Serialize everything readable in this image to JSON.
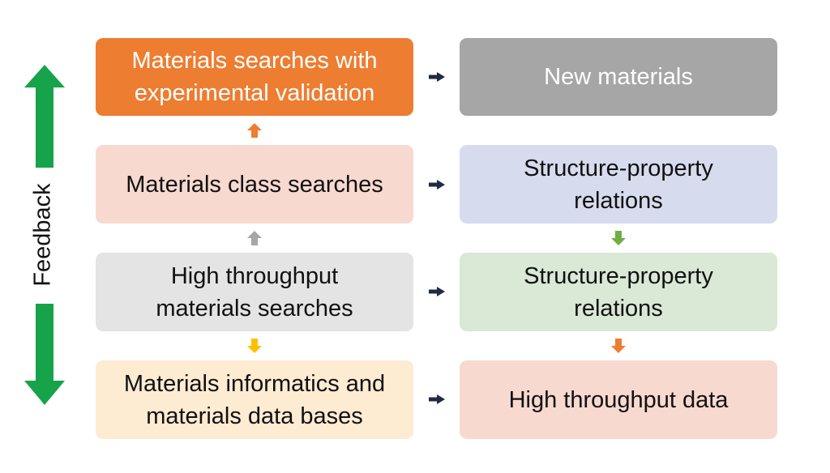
{
  "feedback": {
    "label": "Feedback",
    "arrow_color": "#17A34A"
  },
  "left_column": [
    {
      "text": "Materials searches with\nexperimental validation",
      "bg": "#ED7D31",
      "fg": "#ffffff"
    },
    {
      "text": "Materials class searches",
      "bg": "#F8D9CF",
      "fg": "#111111"
    },
    {
      "text": "High throughput\nmaterials searches",
      "bg": "#E4E4E4",
      "fg": "#111111"
    },
    {
      "text": "Materials informatics and\nmaterials data bases",
      "bg": "#FDEBD2",
      "fg": "#111111"
    }
  ],
  "right_column": [
    {
      "text": "New materials",
      "bg": "#A6A6A6",
      "fg": "#ffffff"
    },
    {
      "text": "Structure-property\nrelations",
      "bg": "#D7DBEE",
      "fg": "#111111"
    },
    {
      "text": "Structure-property\nrelations",
      "bg": "#DAE8D6",
      "fg": "#111111"
    },
    {
      "text": "High throughput data",
      "bg": "#F8D9CF",
      "fg": "#111111"
    }
  ],
  "connector_colors": {
    "horizontal": "#1F2A44",
    "left_up_1": "#ED7D31",
    "left_up_2": "#A6A6A6",
    "left_down_3": "#FFC000",
    "right_down_1": "#70AD47",
    "right_down_2": "#ED7D31"
  }
}
